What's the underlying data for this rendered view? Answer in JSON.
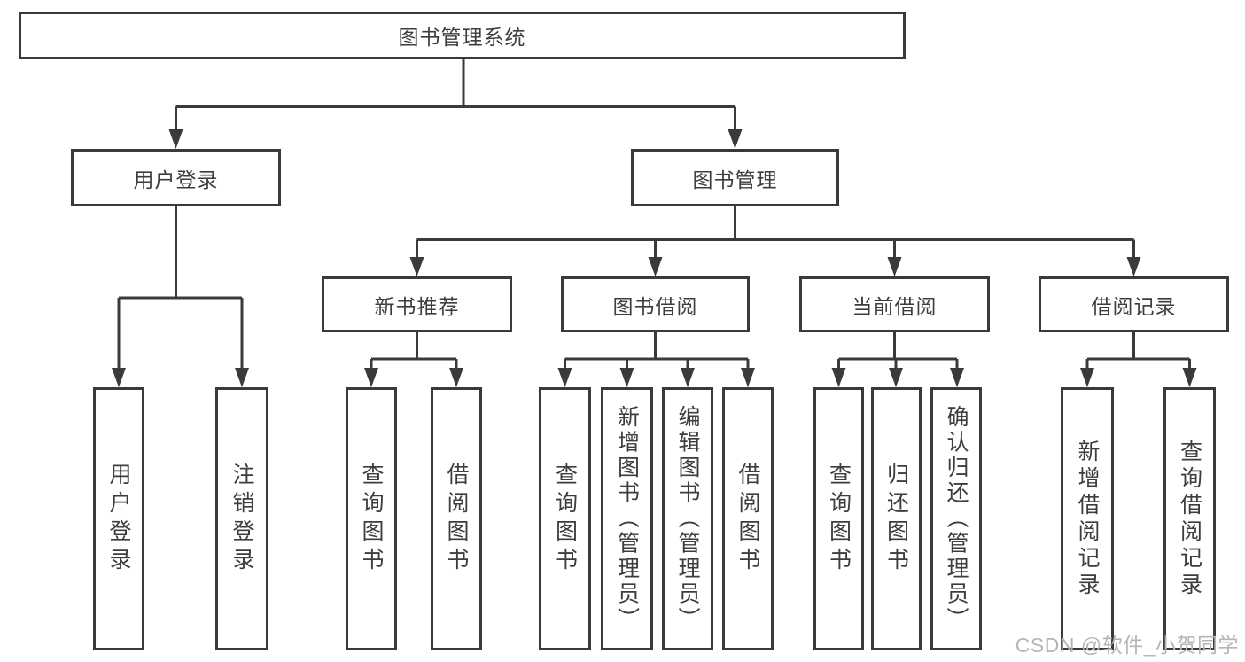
{
  "diagram": {
    "root": "图书管理系统",
    "level2": [
      {
        "label": "用户登录",
        "children": [
          "用户登录",
          "注销登录"
        ]
      },
      {
        "label": "图书管理",
        "subsections": [
          {
            "label": "新书推荐",
            "children": [
              "查询图书",
              "借阅图书"
            ]
          },
          {
            "label": "图书借阅",
            "children": [
              "查询图书",
              "新增图书（管理员）",
              "编辑图书（管理员）",
              "借阅图书"
            ]
          },
          {
            "label": "当前借阅",
            "children": [
              "查询图书",
              "归还图书",
              "确认归还（管理员）"
            ]
          },
          {
            "label": "借阅记录",
            "children": [
              "新增借阅记录",
              "查询借阅记录"
            ]
          }
        ]
      }
    ]
  },
  "watermark": "CSDN @软件_小贺同学",
  "colors": {
    "line": "#3a3a3a",
    "text": "#3d3d3d",
    "watermark": "#b5b5b5",
    "background": "#ffffff"
  }
}
